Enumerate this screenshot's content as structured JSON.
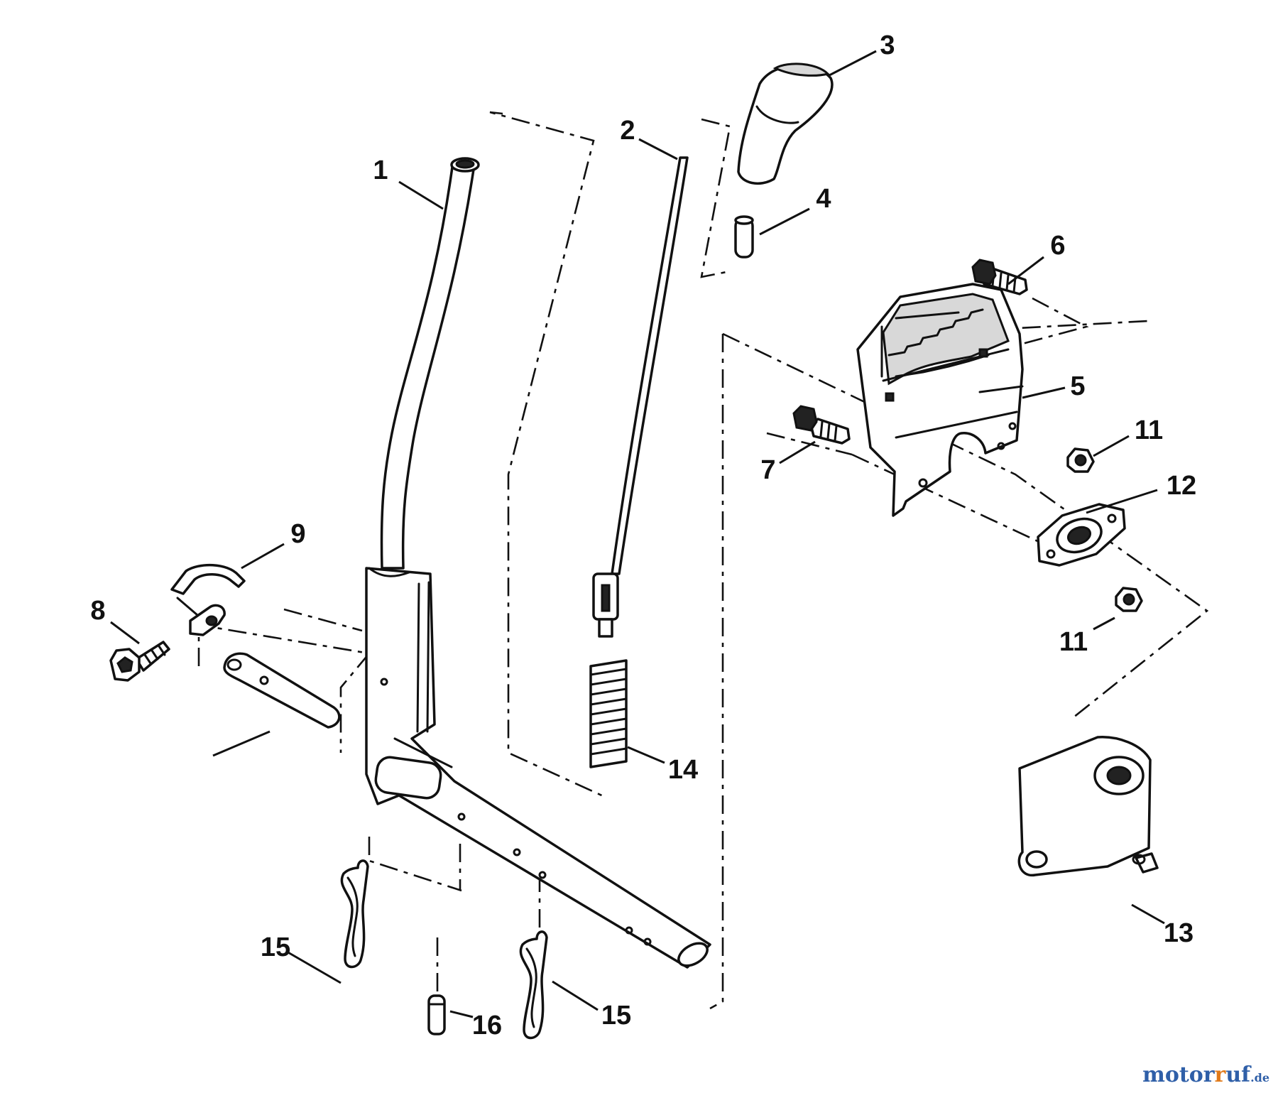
{
  "callouts": [
    {
      "id": "c1",
      "number": "1"
    },
    {
      "id": "c2",
      "number": "2"
    },
    {
      "id": "c3",
      "number": "3"
    },
    {
      "id": "c4",
      "number": "4"
    },
    {
      "id": "c5",
      "number": "5"
    },
    {
      "id": "c6",
      "number": "6"
    },
    {
      "id": "c7",
      "number": "7"
    },
    {
      "id": "c8",
      "number": "8"
    },
    {
      "id": "c9",
      "number": "9"
    },
    {
      "id": "c11a",
      "number": "11"
    },
    {
      "id": "c11b",
      "number": "11"
    },
    {
      "id": "c12",
      "number": "12"
    },
    {
      "id": "c13",
      "number": "13"
    },
    {
      "id": "c14",
      "number": "14"
    },
    {
      "id": "c15a",
      "number": "15"
    },
    {
      "id": "c15b",
      "number": "15"
    },
    {
      "id": "c16",
      "number": "16"
    }
  ],
  "watermark": {
    "brand_a": "motor",
    "brand_b": "uf",
    "brand_c": ".de",
    "brand_join": "r"
  }
}
